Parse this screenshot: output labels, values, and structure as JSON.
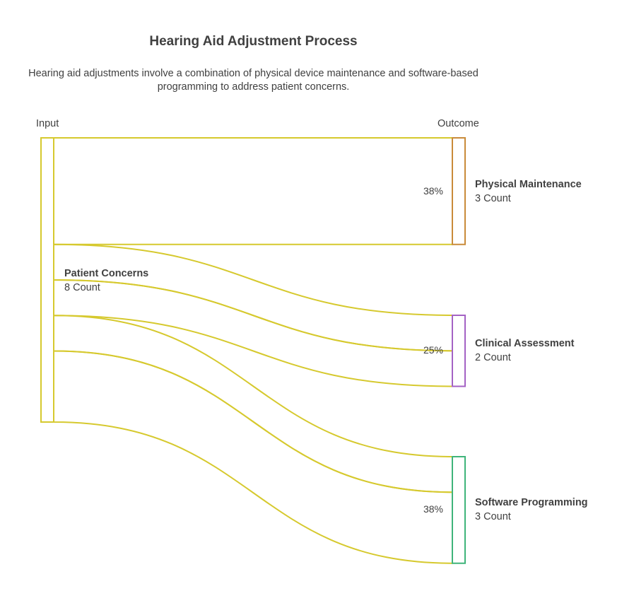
{
  "title": "Hearing Aid Adjustment Process",
  "subtitle": "Hearing aid adjustments involve a combination of physical device maintenance and software-based programming to address patient concerns.",
  "columns": {
    "left": "Input",
    "right": "Outcome"
  },
  "colors": {
    "flow": "#d6c92e",
    "physical": "#c98b3a",
    "clinical": "#a462c4",
    "software": "#3fb47a"
  },
  "chart_data": {
    "type": "sankey",
    "source": {
      "name": "Patient Concerns",
      "value": 8,
      "value_label": "8 Count"
    },
    "targets": [
      {
        "name": "Physical Maintenance",
        "value": 3,
        "value_label": "3 Count",
        "percent": "38%"
      },
      {
        "name": "Clinical Assessment",
        "value": 2,
        "value_label": "2 Count",
        "percent": "25%"
      },
      {
        "name": "Software Programming",
        "value": 3,
        "value_label": "3 Count",
        "percent": "38%"
      }
    ],
    "links": [
      {
        "source": "Patient Concerns",
        "target": "Physical Maintenance",
        "value": 3
      },
      {
        "source": "Patient Concerns",
        "target": "Clinical Assessment",
        "value": 1
      },
      {
        "source": "Patient Concerns",
        "target": "Clinical Assessment",
        "value": 1
      },
      {
        "source": "Patient Concerns",
        "target": "Software Programming",
        "value": 1
      },
      {
        "source": "Patient Concerns",
        "target": "Software Programming",
        "value": 2
      }
    ]
  }
}
